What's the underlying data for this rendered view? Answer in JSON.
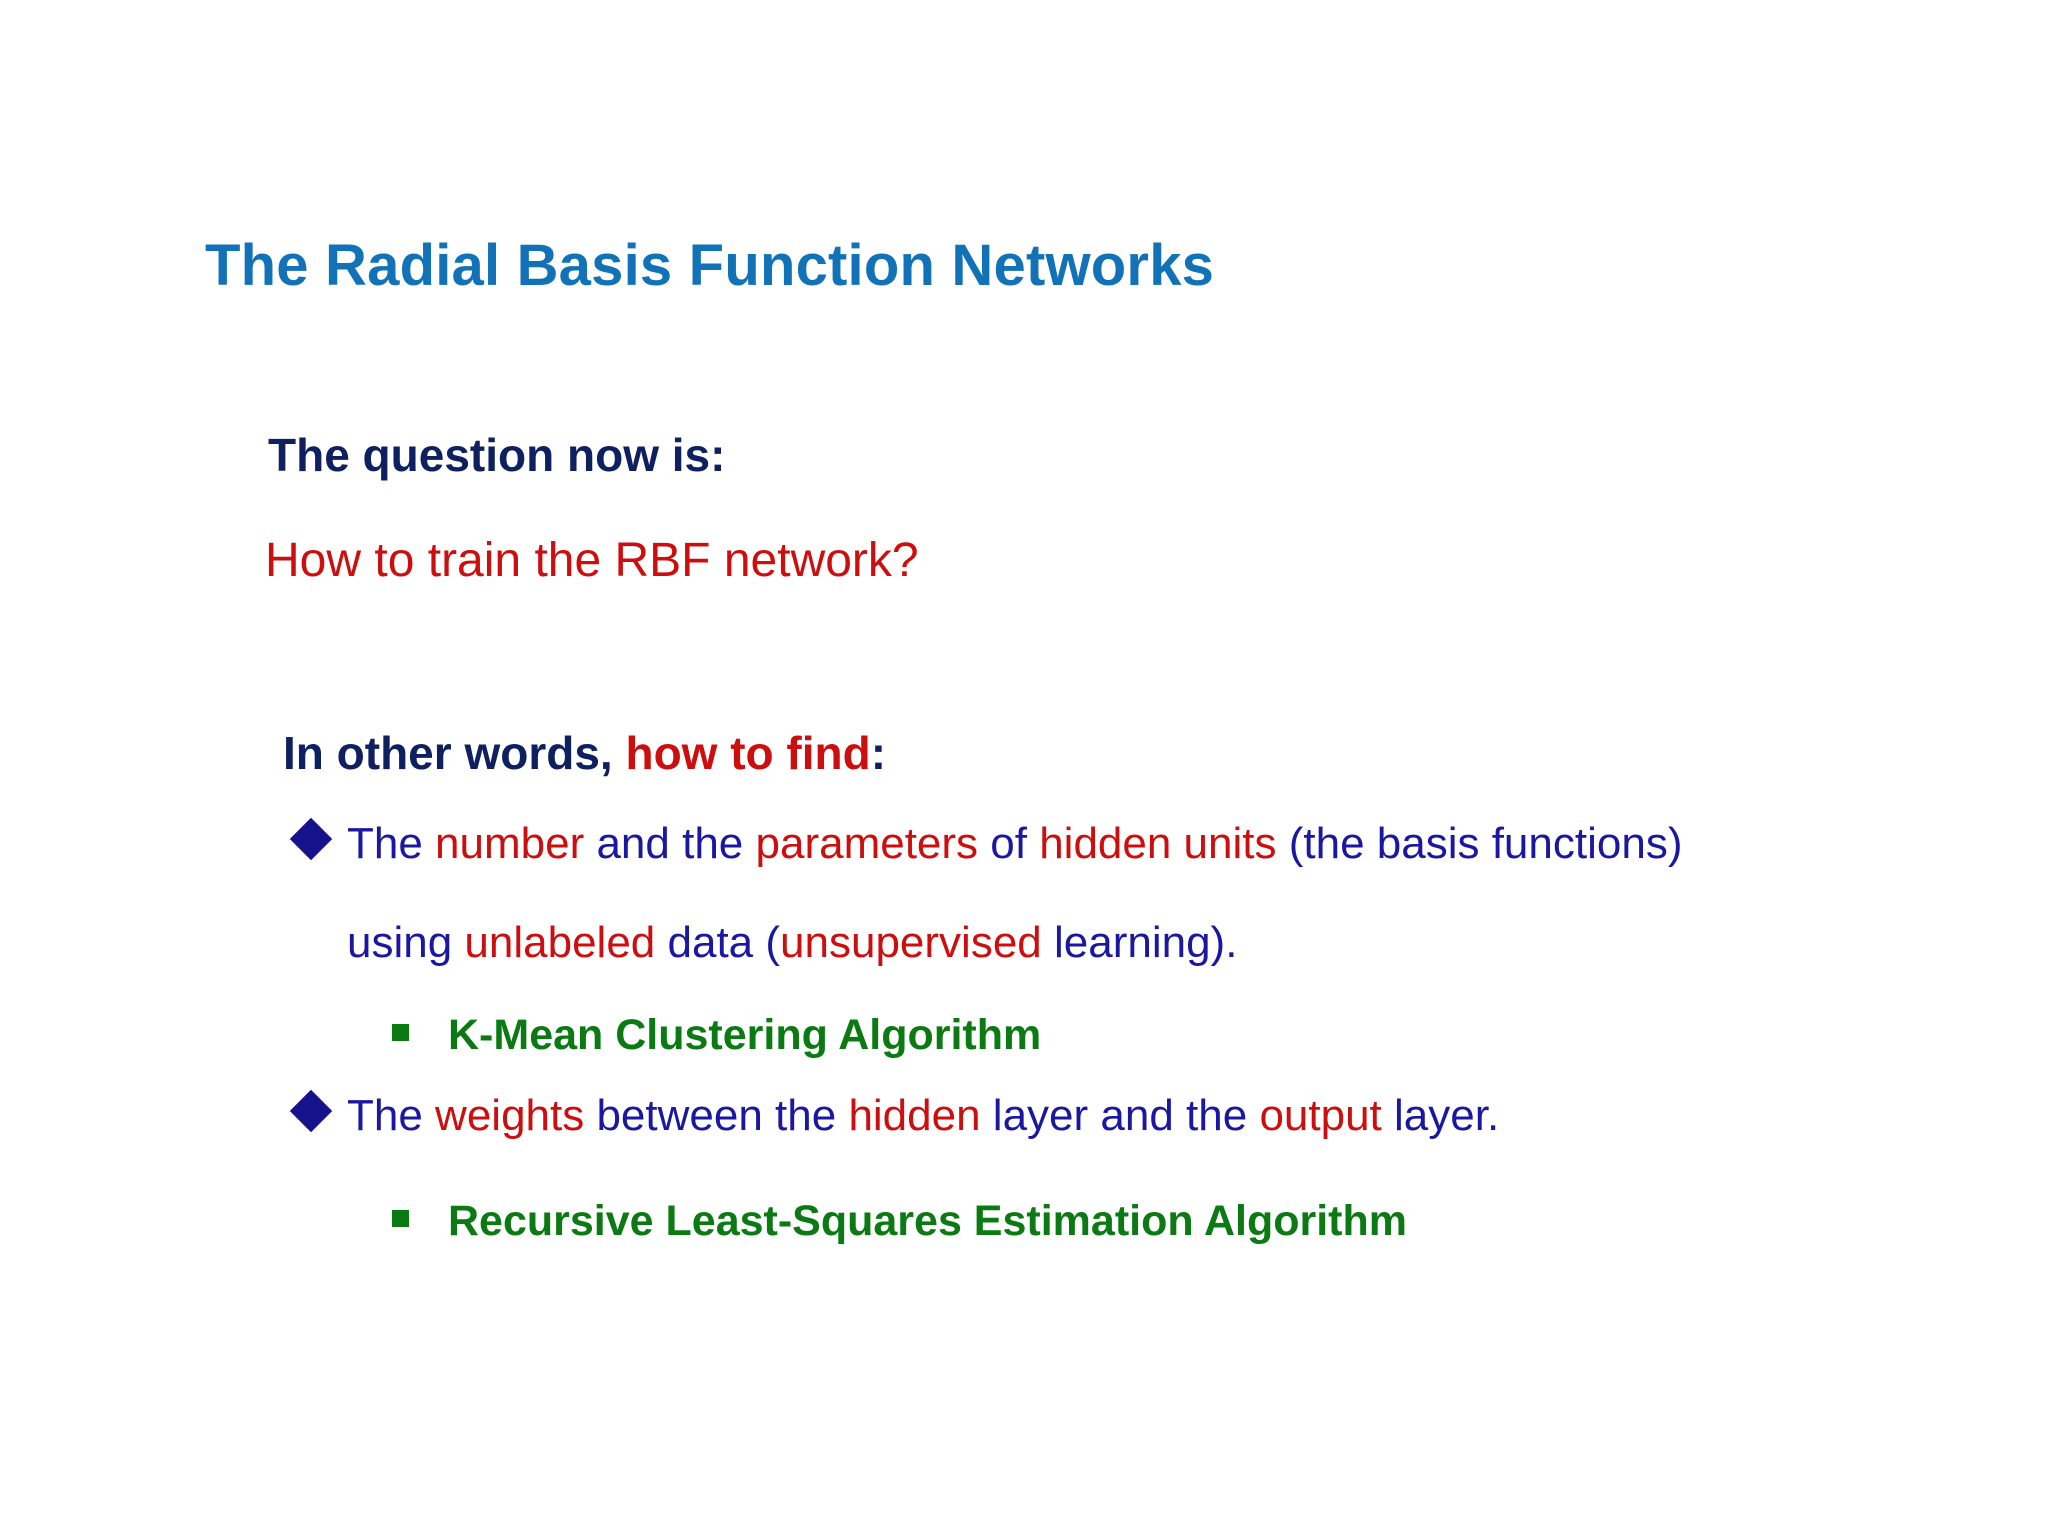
{
  "slide": {
    "title": "The Radial Basis Function Networks",
    "lead_question": "The question now is:",
    "red_question": "How to train the RBF network?",
    "in_other_words": {
      "navy_part": "In other words,",
      "red_part": " how to find",
      "tail": ":"
    },
    "bullets": [
      {
        "icon": "diamond-bullet-icon",
        "line1": [
          {
            "text": "The ",
            "color": "navy"
          },
          {
            "text": "number",
            "color": "red"
          },
          {
            "text": " and the ",
            "color": "navy"
          },
          {
            "text": "parameters",
            "color": "red"
          },
          {
            "text": " of ",
            "color": "navy"
          },
          {
            "text": "hidden units",
            "color": "red"
          },
          {
            "text": " (the basis functions)",
            "color": "navy"
          }
        ],
        "line2": [
          {
            "text": "using ",
            "color": "navy"
          },
          {
            "text": "unlabeled",
            "color": "red"
          },
          {
            "text": " data (",
            "color": "navy"
          },
          {
            "text": "unsupervised",
            "color": "red"
          },
          {
            "text": " learning).",
            "color": "navy"
          }
        ],
        "sub_bullet": {
          "icon": "square-bullet-icon",
          "label": "K-Mean Clustering Algorithm"
        }
      },
      {
        "icon": "diamond-bullet-icon",
        "line1": [
          {
            "text": "The ",
            "color": "navy"
          },
          {
            "text": "weights",
            "color": "red"
          },
          {
            "text": " between the ",
            "color": "navy"
          },
          {
            "text": "hidden",
            "color": "red"
          },
          {
            "text": " layer and the ",
            "color": "navy"
          },
          {
            "text": "output",
            "color": "red"
          },
          {
            "text": " layer.",
            "color": "navy"
          }
        ],
        "sub_bullet": {
          "icon": "square-bullet-icon",
          "label": "Recursive Least-Squares Estimation Algorithm"
        }
      }
    ]
  },
  "colors": {
    "title_blue": "#1272B8",
    "heading_navy": "#0E2060",
    "body_navy": "#1A17A0",
    "red": "#CC0E0E",
    "green": "#0B7A12",
    "background": "#FFFFFF"
  }
}
